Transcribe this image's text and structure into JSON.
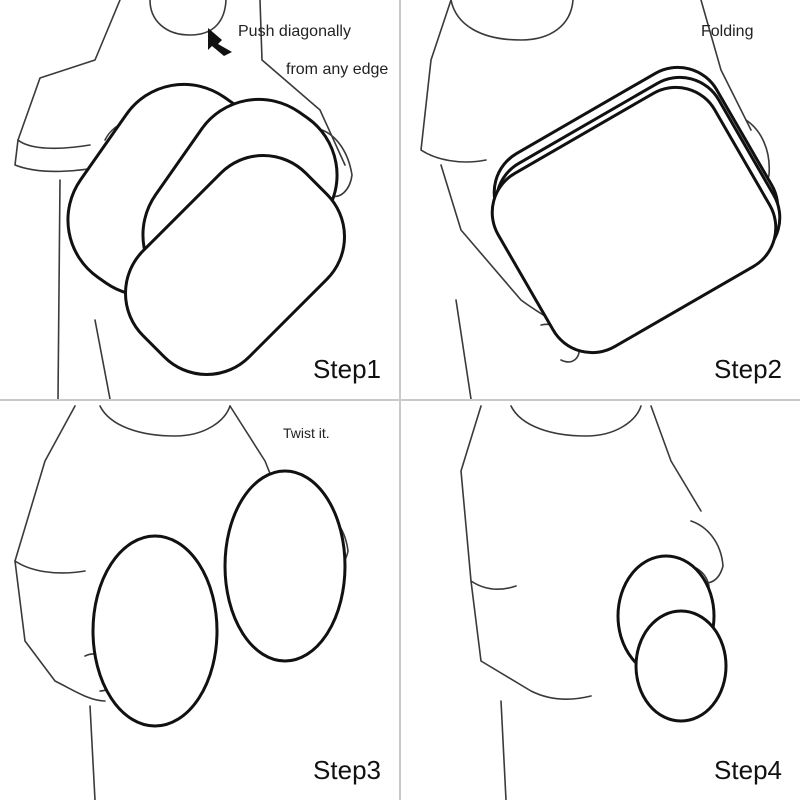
{
  "panels": [
    {
      "step_label": "Step1",
      "caption_line1": "Push diagonally",
      "caption_line2": "from any edge"
    },
    {
      "step_label": "Step2",
      "caption": "Folding"
    },
    {
      "step_label": "Step3",
      "caption": "Twist it."
    },
    {
      "step_label": "Step4"
    }
  ],
  "colors": {
    "outline": "#111111",
    "sketch": "#3a3a3a",
    "divider": "#c9c9c9"
  },
  "icons": [
    "arrow-icon"
  ]
}
